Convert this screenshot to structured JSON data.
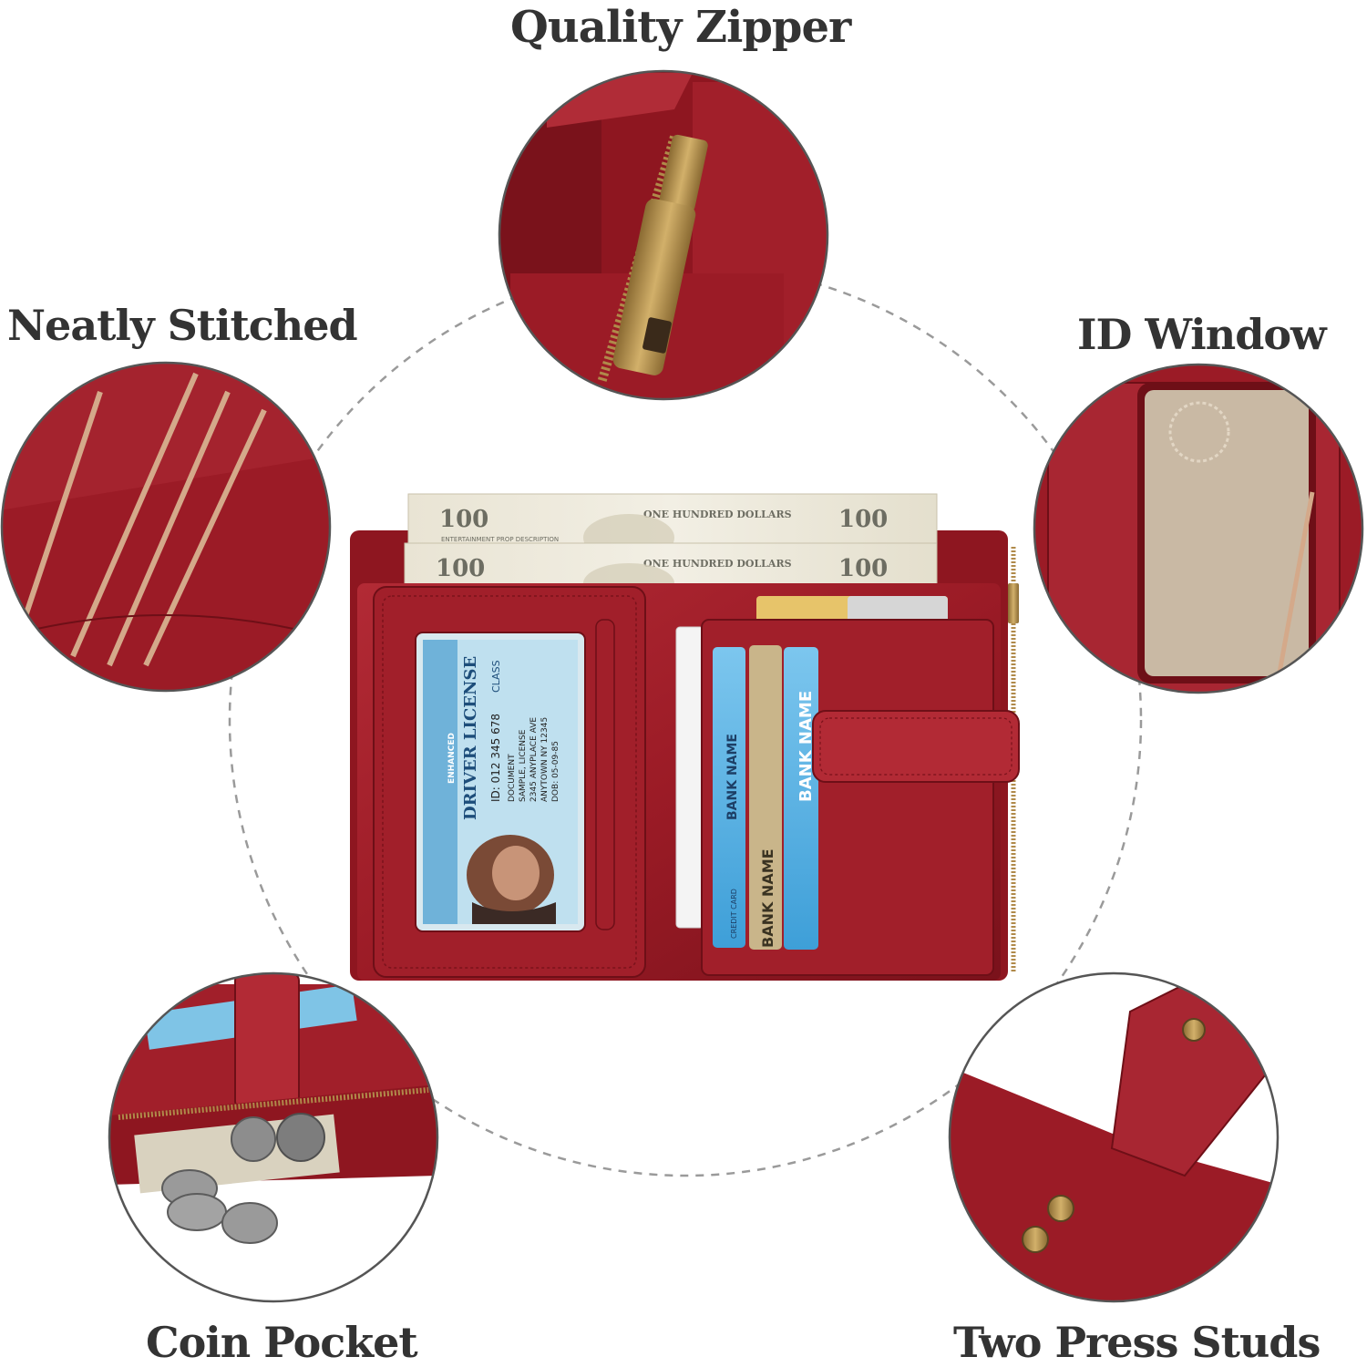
{
  "labels": {
    "top": "Quality Zipper",
    "left": "Neatly Stitched",
    "right": "ID Window",
    "bottom_left": "Coin Pocket",
    "bottom_right": "Two Press Studs"
  },
  "bills": {
    "denomination": "100",
    "text": "ONE HUNDRED DOLLARS",
    "prop": "ENTERTAINMENT PROP DESCRIPTION"
  },
  "id_card": {
    "header": "DRIVER LICENSE",
    "class": "CLASS",
    "tag": "ENHANCED",
    "id_line": "ID: 012 345 678",
    "line1": "DOCUMENT",
    "line2": "SAMPLE, LICENSE",
    "line3": "2345 ANYPLACE AVE",
    "line4": "ANYTOWN NY 12345",
    "dob": "DOB: 05-09-85"
  },
  "cards": {
    "bank_name": "BANK NAME",
    "credit_card": "CREDIT CARD"
  },
  "colors": {
    "leather": "#9b1b26",
    "leather_dark": "#6e0f17",
    "leather_light": "#b22a35",
    "brass": "#b08a4a",
    "background": "#ffffff"
  }
}
